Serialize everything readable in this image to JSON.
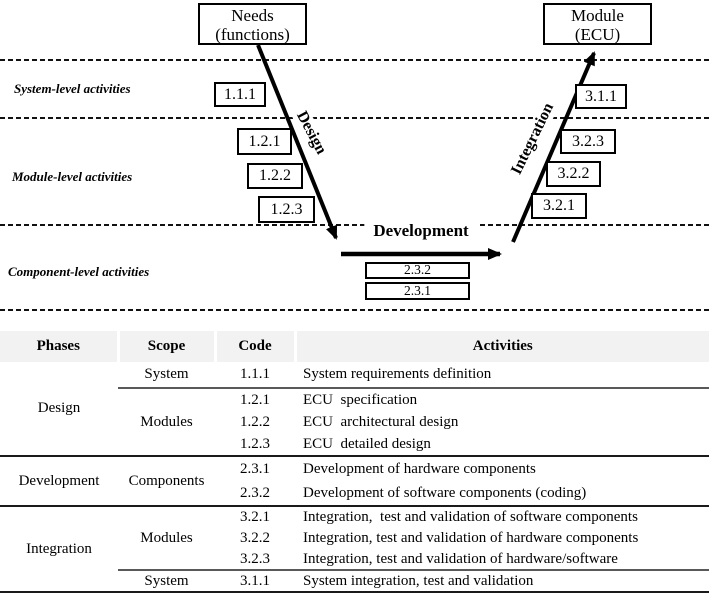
{
  "diagram": {
    "needs_box": {
      "line1": "Needs",
      "line2": "(functions)"
    },
    "module_box": {
      "line1": "Module",
      "line2": "(ECU)"
    },
    "levels": [
      {
        "label": "System-level activities"
      },
      {
        "label": "Module-level activities"
      },
      {
        "label": "Component-level activities"
      }
    ],
    "arrows": {
      "design": "Design",
      "development": "Development",
      "integration": "Integration"
    },
    "codes": {
      "c111": "1.1.1",
      "c121": "1.2.1",
      "c122": "1.2.2",
      "c123": "1.2.3",
      "c232": "2.3.2",
      "c231": "2.3.1",
      "c311": "3.1.1",
      "c323": "3.2.3",
      "c322": "3.2.2",
      "c321": "3.2.1"
    }
  },
  "table": {
    "headers": {
      "phases": "Phases",
      "scope": "Scope",
      "code": "Code",
      "activities": "Activities"
    },
    "phases": [
      {
        "name": "Design",
        "groups": [
          {
            "scope": "System",
            "items": [
              {
                "code": "1.1.1",
                "activity": "System requirements definition"
              }
            ]
          },
          {
            "scope": "Modules",
            "items": [
              {
                "code": "1.2.1",
                "activity": "ECU  specification"
              },
              {
                "code": "1.2.2",
                "activity": "ECU  architectural design"
              },
              {
                "code": "1.2.3",
                "activity": "ECU  detailed design"
              }
            ]
          }
        ]
      },
      {
        "name": "Development",
        "groups": [
          {
            "scope": "Components",
            "items": [
              {
                "code": "2.3.1",
                "activity": "Development of hardware components"
              },
              {
                "code": "2.3.2",
                "activity": "Development of software components (coding)"
              }
            ]
          }
        ]
      },
      {
        "name": "Integration",
        "groups": [
          {
            "scope": "Modules",
            "items": [
              {
                "code": "3.2.1",
                "activity": "Integration,  test and validation of software components"
              },
              {
                "code": "3.2.2",
                "activity": "Integration, test and validation of hardware components"
              },
              {
                "code": "3.2.3",
                "activity": "Integration, test and validation of hardware/software"
              }
            ]
          },
          {
            "scope": "System",
            "items": [
              {
                "code": "3.1.1",
                "activity": "System integration, test and validation"
              }
            ]
          }
        ]
      }
    ]
  },
  "colors": {
    "header_bg": "#f2f2f2",
    "partial_line": "#595959",
    "full_line": "#1a1a1a"
  }
}
